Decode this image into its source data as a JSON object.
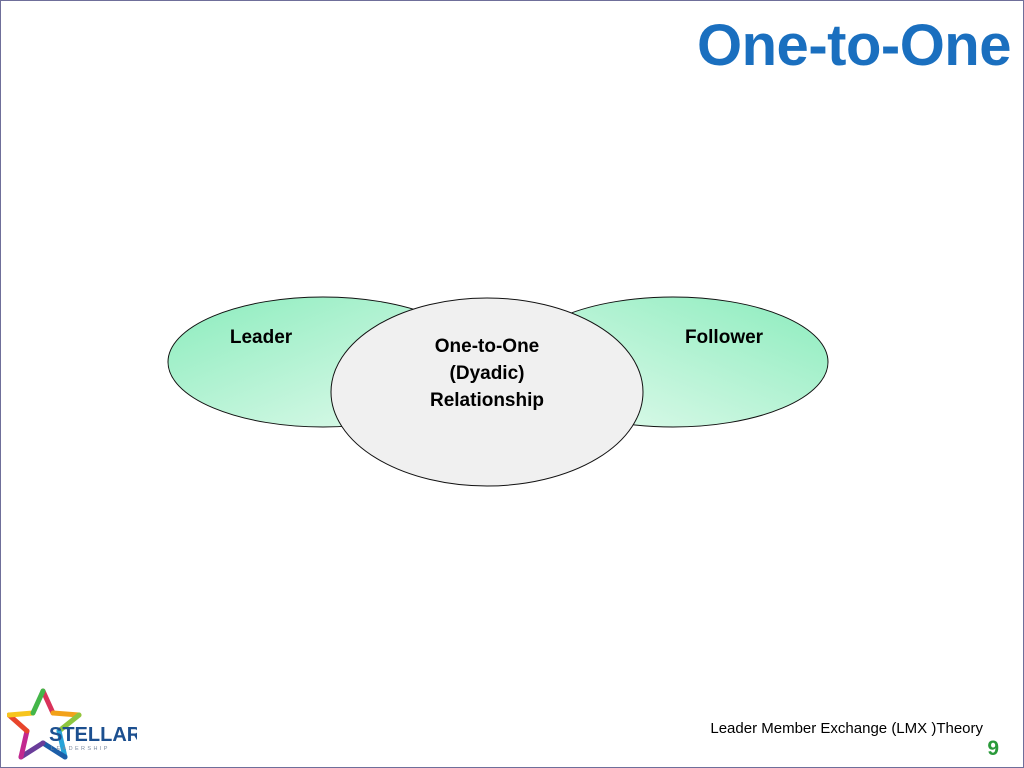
{
  "title": "One-to-One",
  "diagram": {
    "left_label": "Leader",
    "right_label": "Follower",
    "center_lines": [
      "One-to-One",
      "(Dyadic)",
      "Relationship"
    ],
    "colors": {
      "side_fill": "#9cf0c6",
      "center_fill": "#f0f0f0",
      "outline": "#111111"
    }
  },
  "footer": {
    "caption": "Leader Member Exchange (LMX )Theory",
    "page_number": "9"
  },
  "logo": {
    "name": "STELLAR",
    "tagline": "LEADERSHIP"
  },
  "theme": {
    "title_color": "#1a6fbf",
    "page_number_color": "#2a9a3a"
  }
}
